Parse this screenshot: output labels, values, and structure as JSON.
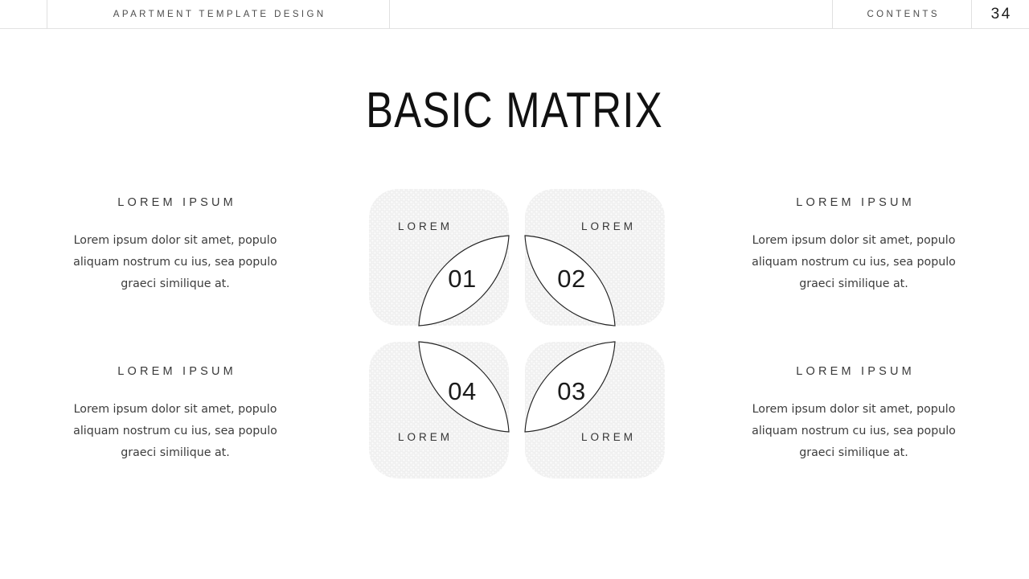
{
  "header": {
    "brand": "APARTMENT TEMPLATE DESIGN",
    "middle": "",
    "contents_label": "CONTENTS",
    "page_number": "34"
  },
  "slide": {
    "title": "BASIC MATRIX"
  },
  "colors": {
    "text_dark": "#1b1b1b",
    "text_body": "#3c3c3c",
    "header_text": "#4c4c4c",
    "tile_fill": "#efefef",
    "tile_dot": "#ffffff",
    "lens_stroke": "#222222",
    "lens_fill": "#ffffff",
    "rule": "#e0e0e0"
  },
  "side_blocks": [
    {
      "position": "top-left",
      "heading": "LOREM IPSUM",
      "body": "Lorem ipsum dolor sit amet, populo aliquam nostrum cu ius, sea populo graeci similique at."
    },
    {
      "position": "bottom-left",
      "heading": "LOREM IPSUM",
      "body": "Lorem ipsum dolor sit amet, populo aliquam nostrum cu ius, sea populo graeci similique at."
    },
    {
      "position": "top-right",
      "heading": "LOREM IPSUM",
      "body": "Lorem ipsum dolor sit amet, populo aliquam nostrum cu ius, sea populo graeci similique at."
    },
    {
      "position": "bottom-right",
      "heading": "LOREM IPSUM",
      "body": "Lorem ipsum dolor sit amet, populo aliquam nostrum cu ius, sea populo graeci similique at."
    }
  ],
  "matrix": {
    "tiles": [
      {
        "id": "01",
        "number": "01",
        "label": "LOREM",
        "position": "top-left"
      },
      {
        "id": "02",
        "number": "02",
        "label": "LOREM",
        "position": "top-right"
      },
      {
        "id": "03",
        "number": "03",
        "label": "LOREM",
        "position": "bottom-right"
      },
      {
        "id": "04",
        "number": "04",
        "label": "LOREM",
        "position": "bottom-left"
      }
    ]
  }
}
